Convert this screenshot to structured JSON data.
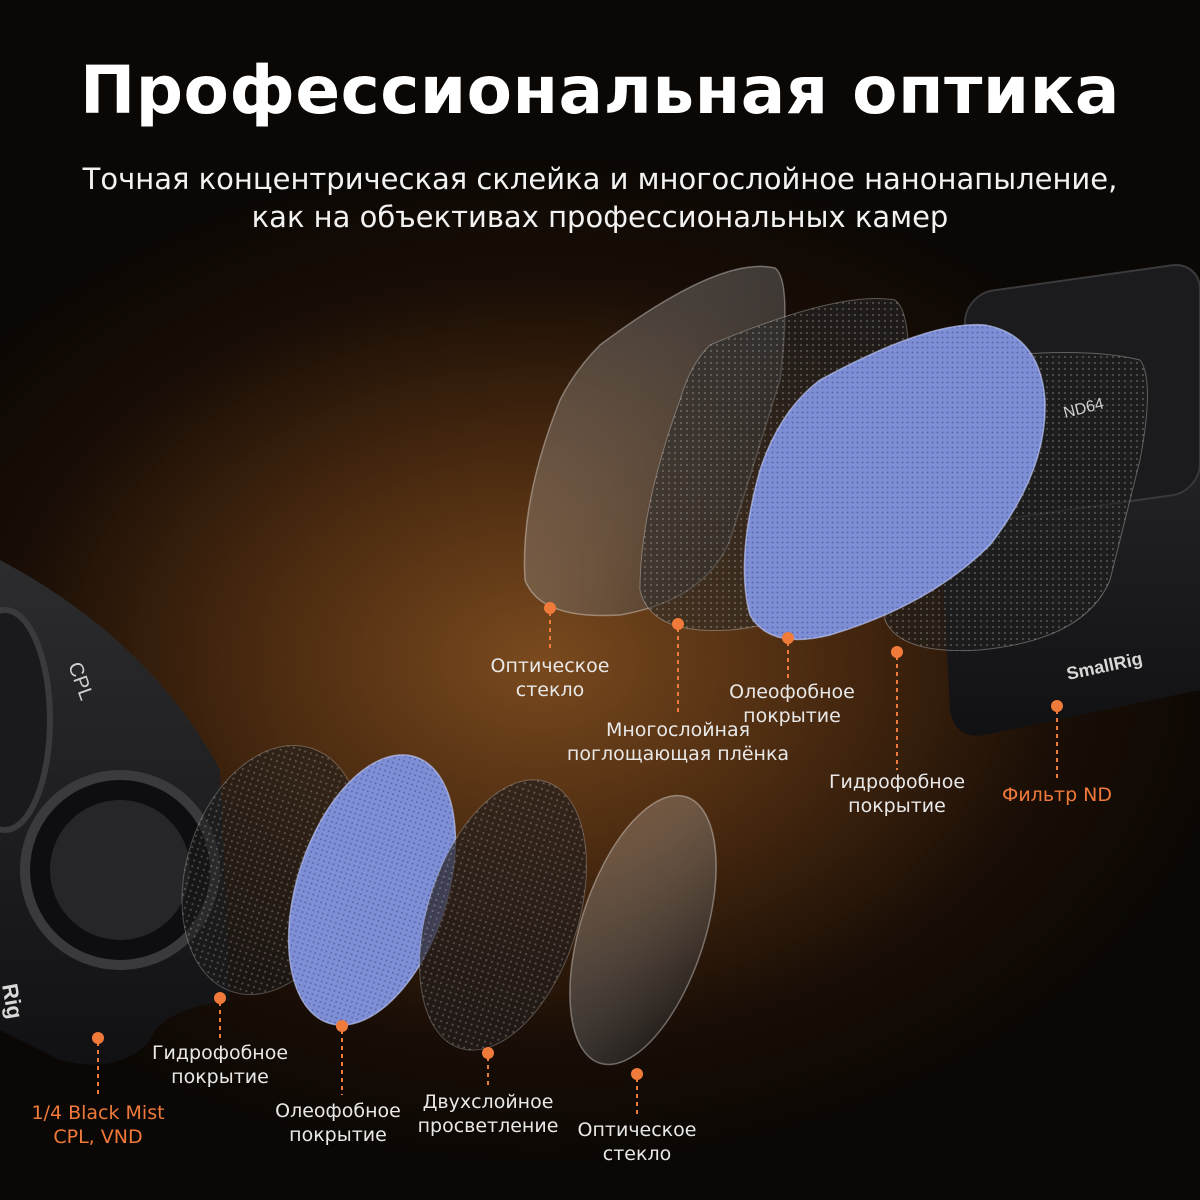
{
  "header": {
    "title": "Профессиональная оптика",
    "subtitle_line1": "Точная концентрическая склейка и многослойное нанонапыление,",
    "subtitle_line2": "как на объективах профессиональных камер"
  },
  "product": {
    "left_filter_marking": "CPL",
    "left_brand_fragment": "Rig",
    "right_filter_marking": "ND64",
    "right_brand": "SmallRig"
  },
  "labels_top": {
    "optical_glass": [
      "Оптическое",
      "стекло"
    ],
    "absorbing_film": [
      "Многослойная",
      "поглощающая плёнка"
    ],
    "oleophobic": [
      "Олеофобное",
      "покрытие"
    ],
    "hydrophobic": [
      "Гидрофобное",
      "покрытие"
    ],
    "nd_filter": [
      "Фильтр ND"
    ]
  },
  "labels_bottom": {
    "filter_types": [
      "1/4 Black Mist",
      "CPL, VND"
    ],
    "hydrophobic": [
      "Гидрофобное",
      "покрытие"
    ],
    "oleophobic": [
      "Олеофобное",
      "покрытие"
    ],
    "antireflection": [
      "Двухслойное",
      "просветление"
    ],
    "optical_glass": [
      "Оптическое",
      "стекло"
    ]
  },
  "colors": {
    "accent": "#f07a3a",
    "blue_layer": "#7f8fd6",
    "label_text": "#e8e8e8"
  }
}
